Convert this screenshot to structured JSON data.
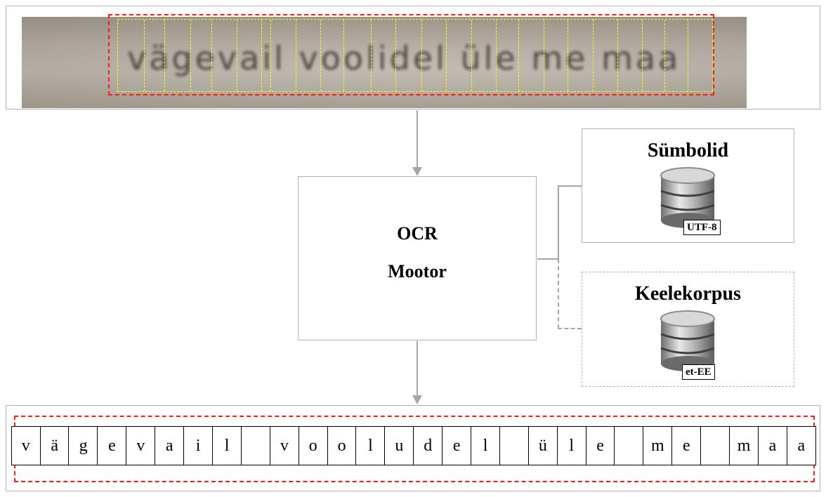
{
  "input_image": {
    "handwritten_text": "vägevail voolidel üle me maa"
  },
  "engine": {
    "title": "OCR",
    "subtitle": "Mootor"
  },
  "resources": [
    {
      "title": "Sümbolid",
      "badge": "UTF-8",
      "icon": "database-icon",
      "style": "solid"
    },
    {
      "title": "Keelekorpus",
      "badge": "et-EE",
      "icon": "database-icon",
      "style": "dashed"
    }
  ],
  "output": {
    "characters": [
      "v",
      "ä",
      "g",
      "e",
      "v",
      "a",
      "i",
      "l",
      " ",
      "v",
      "o",
      "o",
      "l",
      "u",
      "d",
      "e",
      "l",
      " ",
      "ü",
      "l",
      "e",
      " ",
      "m",
      "e",
      " ",
      "m",
      "a",
      "a"
    ]
  },
  "colors": {
    "connector": "#a6a6a6",
    "border": "#b3b3b3",
    "text_region": "#ff1a1a",
    "char_segment": "#ffff00"
  }
}
